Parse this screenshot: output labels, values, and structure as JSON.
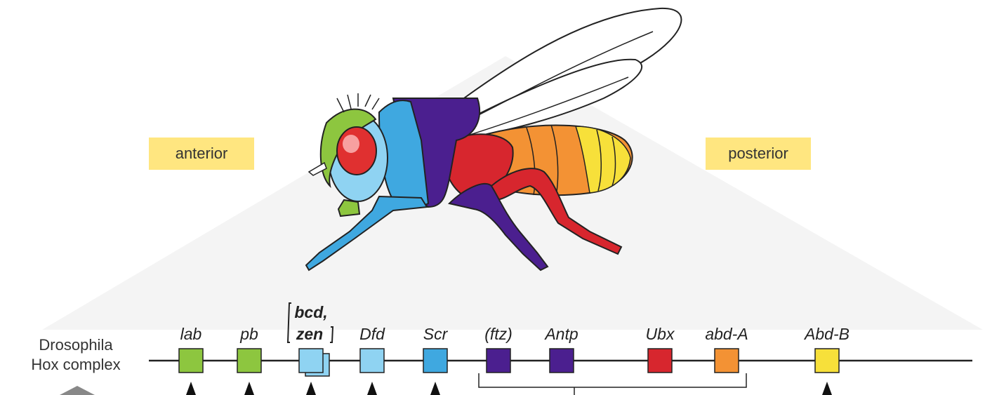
{
  "labels": {
    "anterior": "anterior",
    "posterior": "posterior",
    "complex_line1": "Drosophila",
    "complex_line2": "Hox complex"
  },
  "genes": [
    {
      "name": "lab",
      "color": "#8dc63f"
    },
    {
      "name": "pb",
      "color": "#8dc63f"
    },
    {
      "name": "bcd, zen",
      "color": "#8fd3f2"
    },
    {
      "name": "Dfd",
      "color": "#8fd3f2"
    },
    {
      "name": "Scr",
      "color": "#3fa8e0"
    },
    {
      "name": "(ftz)",
      "color": "#4b1f8f"
    },
    {
      "name": "Antp",
      "color": "#4b1f8f"
    },
    {
      "name": "Ubx",
      "color": "#d7262e"
    },
    {
      "name": "abd-A",
      "color": "#f39234"
    },
    {
      "name": "Abd-B",
      "color": "#f7e03a"
    }
  ],
  "colors": {
    "head_green": "#8dc63f",
    "eye_red": "#e03030",
    "light_blue": "#8fd3f2",
    "mid_blue": "#3fa8e0",
    "purple": "#4b1f8f",
    "red": "#d7262e",
    "orange": "#f39234",
    "yellow": "#f7e03a",
    "tag_yellow": "#ffe680"
  }
}
